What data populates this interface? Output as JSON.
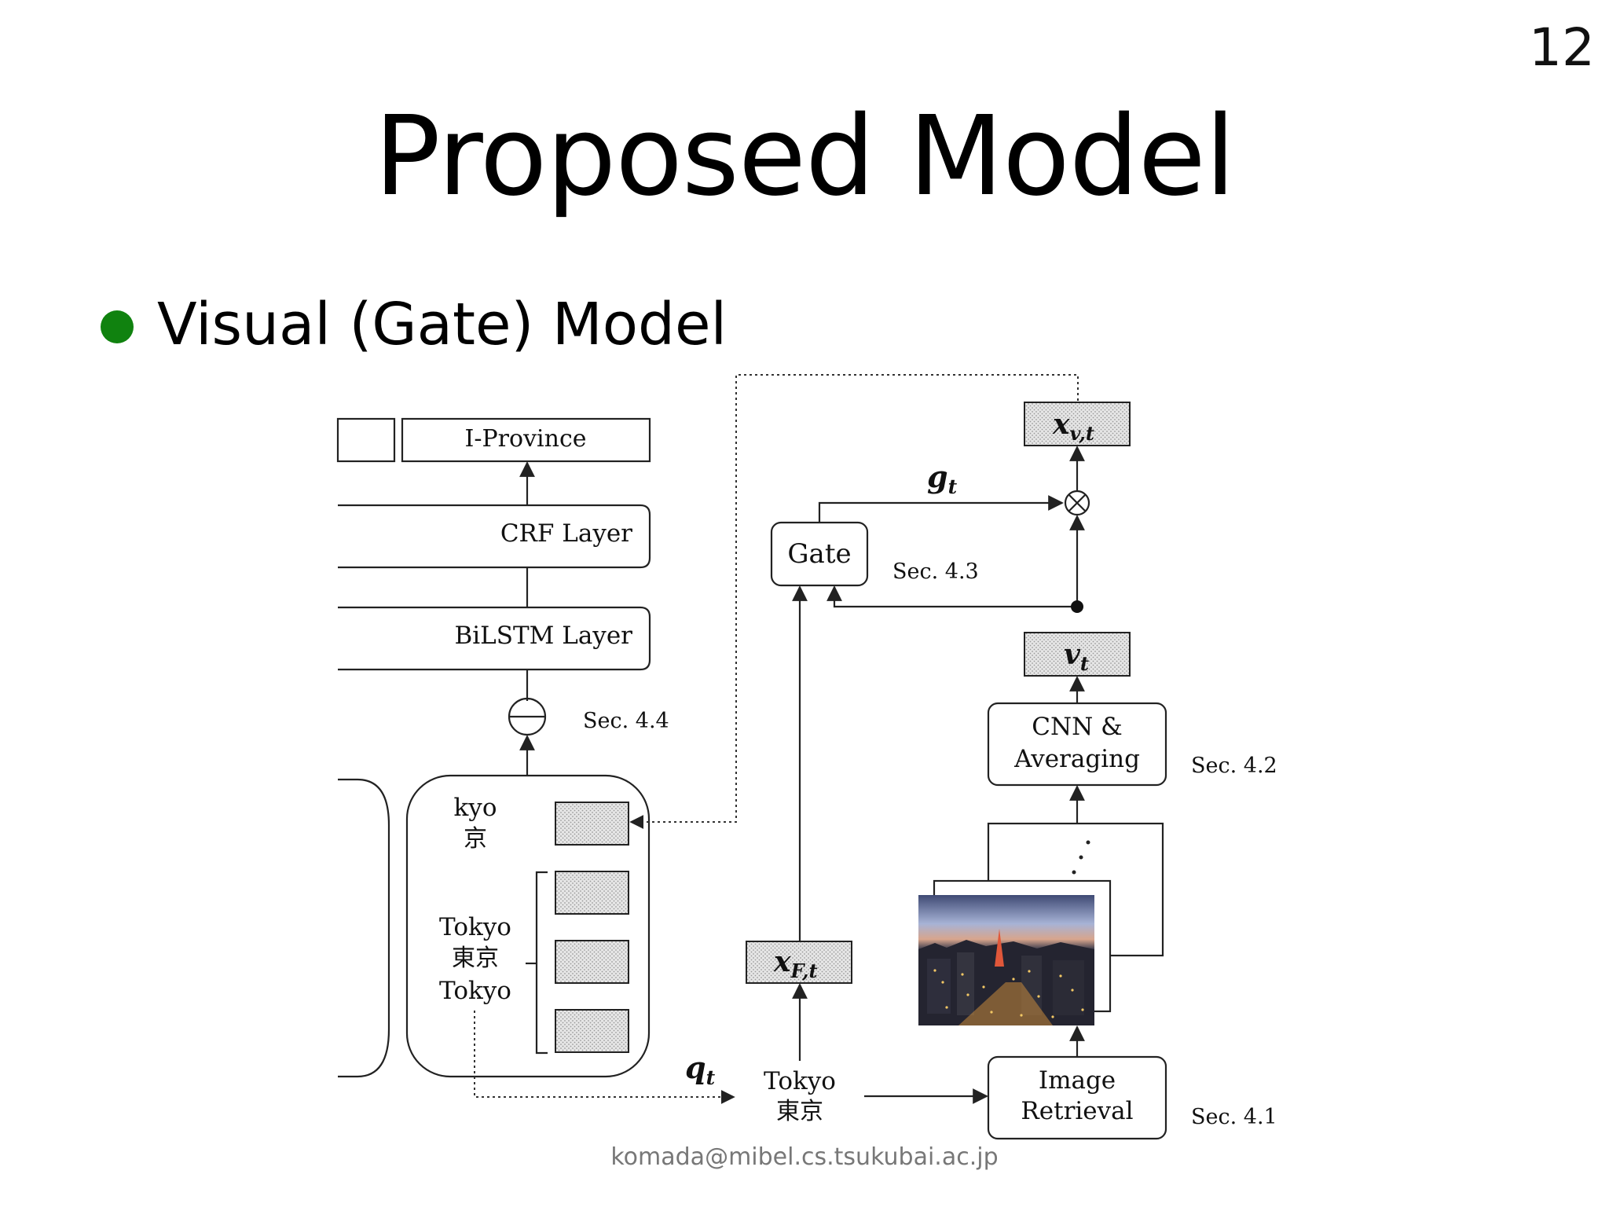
{
  "slide": {
    "number": "12",
    "title": "Proposed Model",
    "bullet": "Visual (Gate) Model",
    "footer": "komada@mibel.cs.tsukubai.ac.jp"
  },
  "diagram": {
    "output_label": "I-Province",
    "crf_label": "CRF Layer",
    "bilstm_label": "BiLSTM Layer",
    "sec44": "Sec. 4.4",
    "kyo_romaji": "kyo",
    "kyo_kanji": "京",
    "tokyo_1": "Tokyo",
    "tokyo_kanji": "東京",
    "tokyo_2": "Tokyo",
    "q_t": "q",
    "q_t_sub": "t",
    "query_romaji": "Tokyo",
    "query_kanji": "東京",
    "x_f_main": "x",
    "x_f_sub": "F,t",
    "gate_label": "Gate",
    "sec43": "Sec. 4.3",
    "g_t": "g",
    "g_t_sub": "t",
    "x_v_main": "x",
    "x_v_sub": "v,t",
    "v_t_main": "v",
    "v_t_sub": "t",
    "cnn_line1": "CNN &",
    "cnn_line2": "Averaging",
    "sec42": "Sec. 4.2",
    "retrieval_line1": "Image",
    "retrieval_line2": "Retrieval",
    "sec41": "Sec. 4.1"
  },
  "colors": {
    "bullet": "#10820f",
    "line": "#222222",
    "hatch": "#bdbdbd"
  }
}
